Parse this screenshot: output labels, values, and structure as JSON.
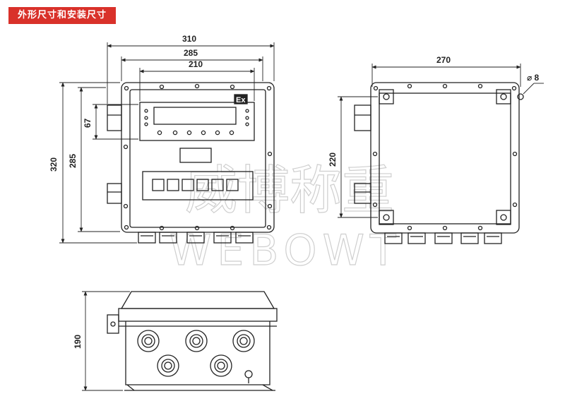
{
  "header": {
    "title": "外形尺寸和安装尺寸"
  },
  "front_view": {
    "dim_overall_width": "310",
    "dim_body_width": "285",
    "dim_panel_width": "210",
    "dim_overall_height": "320",
    "dim_body_height": "285",
    "dim_display_height": "67",
    "ex_mark": "Ex"
  },
  "back_view": {
    "dim_mount_width": "270",
    "dim_hole": "⌀ 8",
    "dim_mount_height": "220"
  },
  "side_view": {
    "dim_depth": "190"
  },
  "watermark": {
    "chinese": "威博称重",
    "latin": "WEBOWT"
  }
}
